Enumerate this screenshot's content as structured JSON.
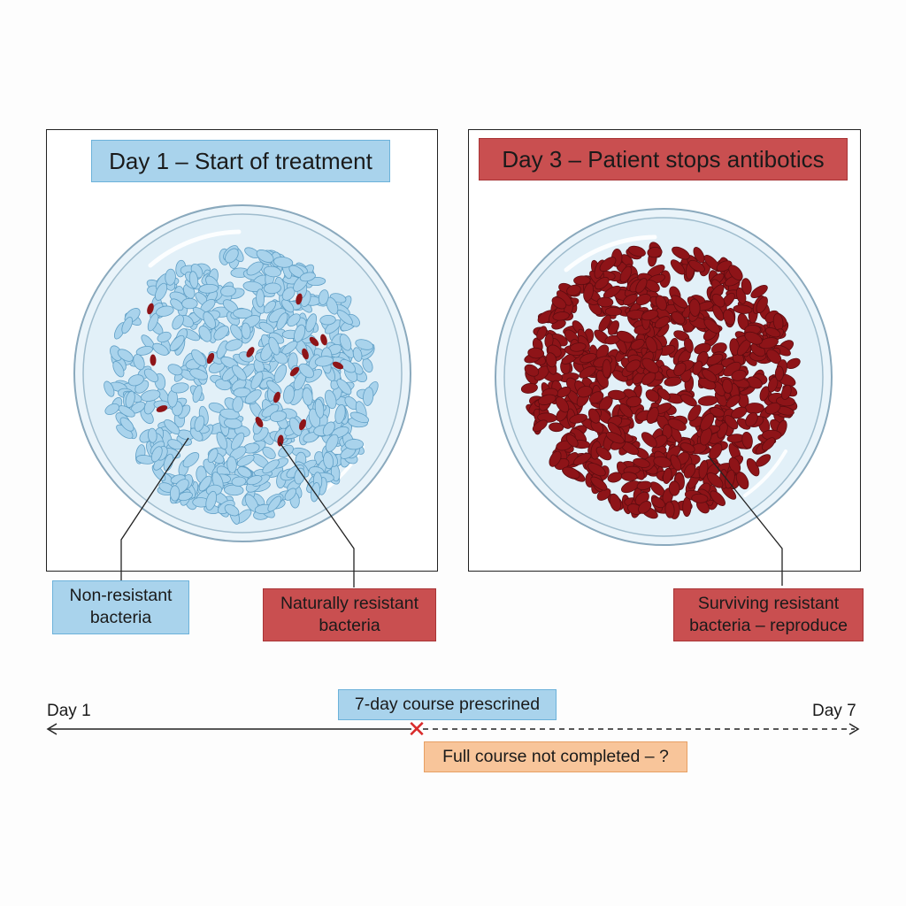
{
  "panels": {
    "left": {
      "title": "Day 1 – Start of treatment"
    },
    "right": {
      "title": "Day 3 – Patient stops antibotics"
    }
  },
  "labels": {
    "non_resistant": "Non-resistant bacteria",
    "naturally_resistant": "Naturally resistant bacteria",
    "surviving_resistant": "Surviving resistant bacteria – reproduce"
  },
  "timeline": {
    "start_label": "Day 1",
    "end_label": "Day 7",
    "course_label": "7-day course prescrined",
    "incomplete_label": "Full course not completed – ?",
    "stop_marker": "✕"
  },
  "colors": {
    "non_resistant": "#a9d3ec",
    "resistant": "#8e1418",
    "dish_tint": "#e4f1f8",
    "stop_marker": "#d92b2b"
  }
}
